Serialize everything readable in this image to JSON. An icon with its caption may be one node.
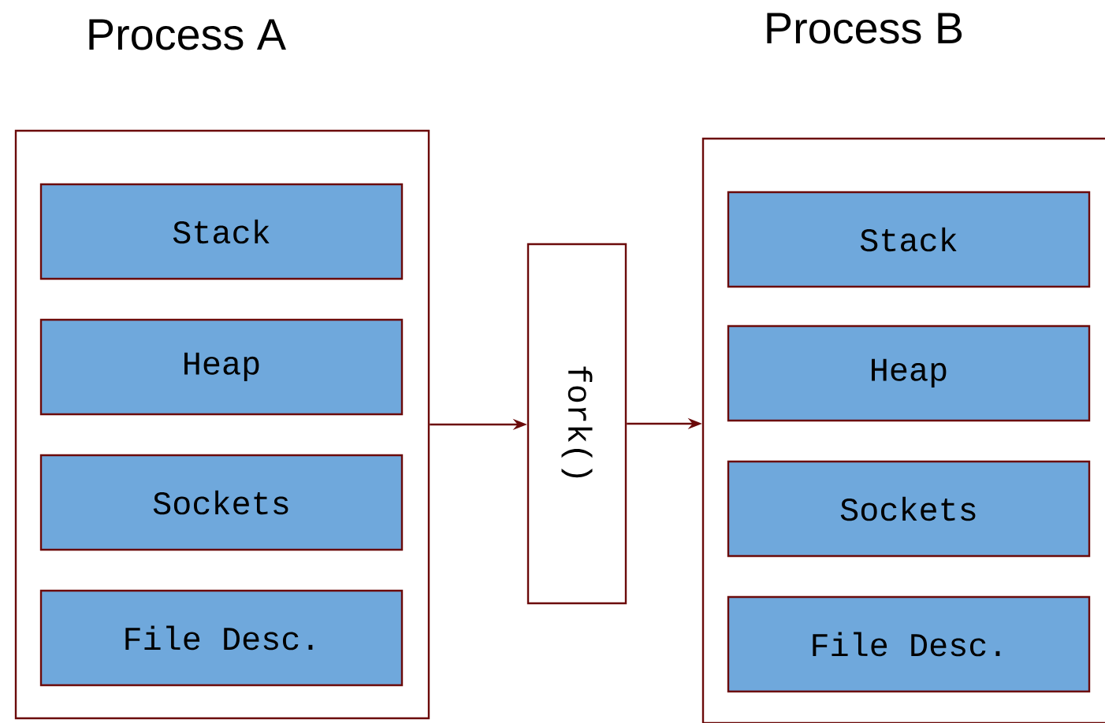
{
  "diagram": {
    "nodes": [
      {
        "text": [
          "Process A"
        ]
      },
      {
        "text": [
          "Stack"
        ],
        "in": 0
      },
      {
        "text": [
          "Heap"
        ],
        "in": 0
      },
      {
        "text": [
          "Sockets"
        ],
        "in": 0
      },
      {
        "text": [
          "File Desc."
        ],
        "in": 0
      },
      {
        "text": [
          "fork()"
        ]
      },
      {
        "text": [
          "Process B"
        ]
      },
      {
        "text": [
          "Stack"
        ],
        "in": 6
      },
      {
        "text": [
          "Heap"
        ],
        "in": 6
      },
      {
        "text": [
          "Sockets"
        ],
        "in": 6
      },
      {
        "text": [
          "File Desc."
        ],
        "in": 6
      }
    ],
    "edges": [
      {
        "from": 0,
        "to": 5,
        "arrow": "to"
      },
      {
        "from": 5,
        "to": 6,
        "arrow": "to"
      }
    ]
  }
}
